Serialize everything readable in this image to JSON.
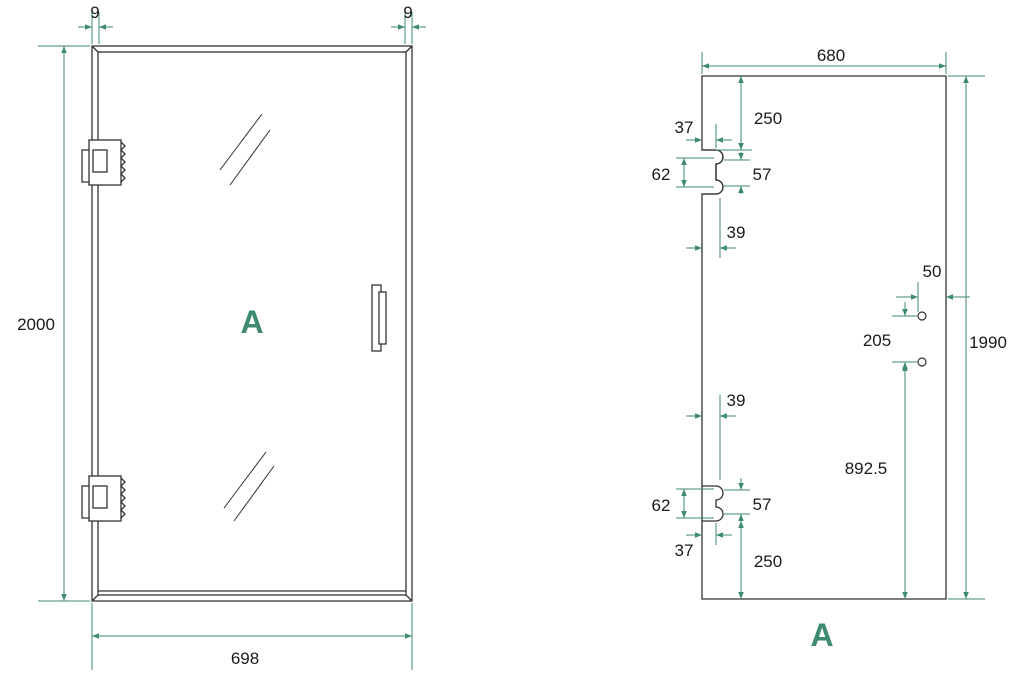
{
  "colors": {
    "dimension": "#3e8a73",
    "outline": "#333333",
    "text": "#1a1a1a",
    "panel_label": "#3e8a73"
  },
  "left_view": {
    "panel_label": "A",
    "dims": {
      "top_left": "9",
      "top_right": "9",
      "height": "2000",
      "width": "698"
    }
  },
  "right_view": {
    "panel_label": "A",
    "dims": {
      "width": "680",
      "height": "1990",
      "top_hinge_offset": "250",
      "top_edge_37": "37",
      "top_cutout_62": "62",
      "top_cutout_57": "57",
      "top_edge_39": "39",
      "handle_edge": "50",
      "handle_spacing": "205",
      "handle_height": "892.5",
      "bottom_edge_39": "39",
      "bottom_cutout_62": "62",
      "bottom_cutout_57": "57",
      "bottom_edge_37": "37",
      "bottom_hinge_offset": "250"
    }
  }
}
